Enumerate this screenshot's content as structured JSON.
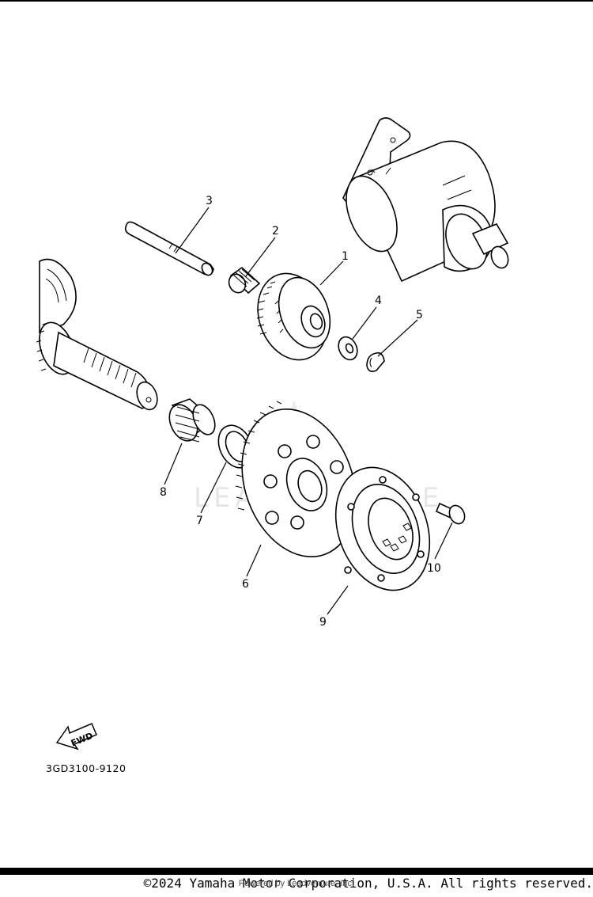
{
  "diagram": {
    "callouts": [
      {
        "id": "1",
        "text": "1"
      },
      {
        "id": "2",
        "text": "2"
      },
      {
        "id": "3",
        "text": "3"
      },
      {
        "id": "4",
        "text": "4"
      },
      {
        "id": "5",
        "text": "5"
      },
      {
        "id": "6",
        "text": "6"
      },
      {
        "id": "7",
        "text": "7"
      },
      {
        "id": "8",
        "text": "8"
      },
      {
        "id": "9",
        "text": "9"
      },
      {
        "id": "10",
        "text": "10"
      }
    ],
    "drawing_code": "3GD3100-9120",
    "fwd_label": "FWD",
    "watermark": "LEADVENTURE"
  },
  "footer": {
    "copyright": "©2024 Yamaha Motor Corporation, U.S.A. All rights reserved.",
    "powered_by": "Powered by Leadventure, Inc."
  }
}
